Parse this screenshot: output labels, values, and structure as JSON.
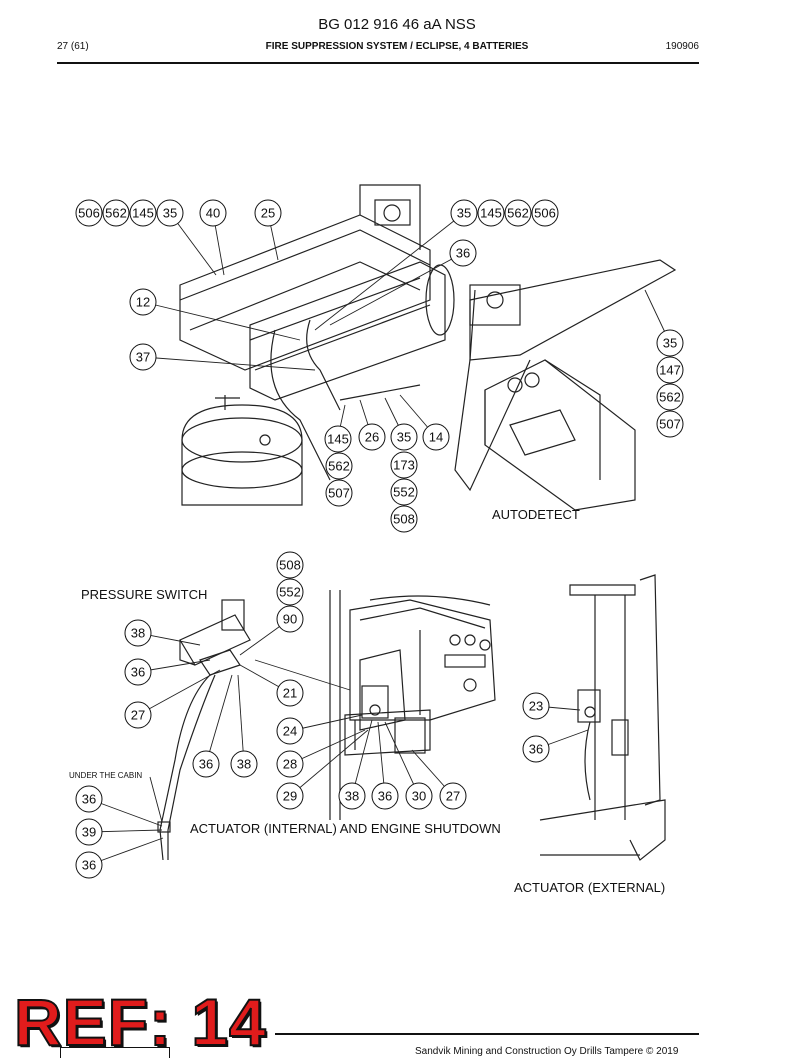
{
  "document": {
    "code": "BG 012 916 46 aA NSS",
    "page": "27 (61)",
    "title": "FIRE SUPPRESSION SYSTEM / ECLIPSE, 4 BATTERIES",
    "date": "190906"
  },
  "section_labels": {
    "autodetect": "AUTODETECT",
    "pressure_switch": "PRESSURE SWITCH",
    "under_cabin": "UNDER THE CABIN",
    "actuator_internal": "ACTUATOR (INTERNAL) AND ENGINE SHUTDOWN",
    "actuator_external": "ACTUATOR (EXTERNAL)"
  },
  "callouts": [
    "506",
    "562",
    "145",
    "35",
    "40",
    "25",
    "35",
    "145",
    "562",
    "506",
    "36",
    "12",
    "37",
    "35",
    "147",
    "562",
    "507",
    "145",
    "26",
    "35",
    "14",
    "562",
    "173",
    "507",
    "552",
    "508",
    "508",
    "552",
    "90",
    "38",
    "36",
    "21",
    "27",
    "24",
    "23",
    "36",
    "36",
    "38",
    "28",
    "36",
    "29",
    "38",
    "36",
    "30",
    "27",
    "39",
    "36"
  ],
  "footer": {
    "copyright": "Sandvik Mining and Construction Oy Drills Tampere © 2019"
  },
  "stamp": {
    "text": "REF: 14",
    "color": "#e01c1c"
  }
}
